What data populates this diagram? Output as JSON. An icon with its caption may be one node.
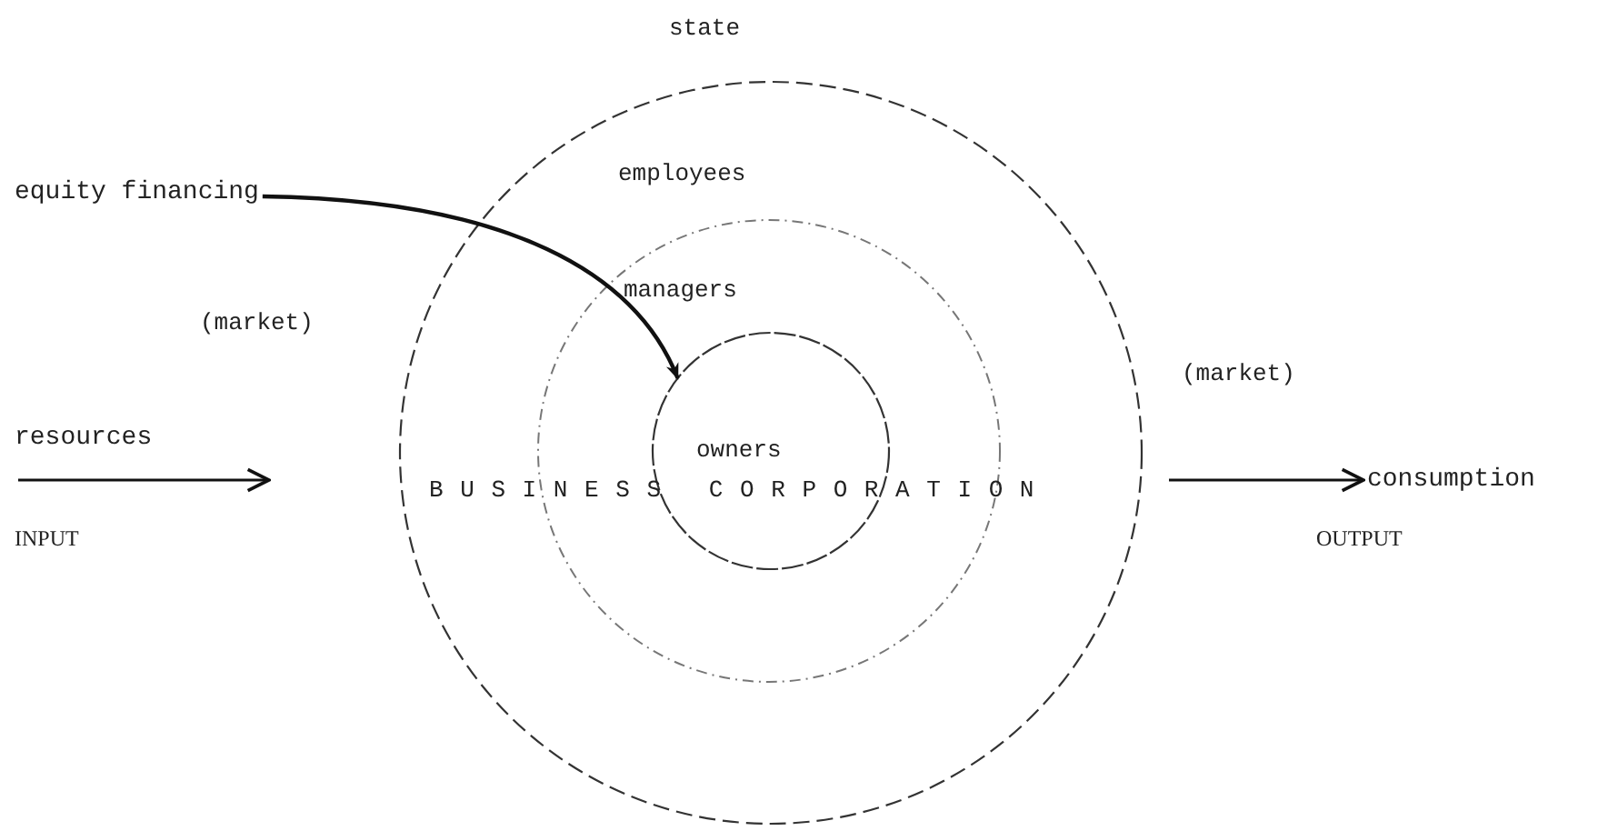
{
  "diagram": {
    "nodes": [
      {
        "text": [
          "employees"
        ]
      },
      {
        "text": [
          "managers"
        ],
        "in": 0
      },
      {
        "text": [
          "owners"
        ],
        "in": 1
      },
      {
        "text": [
          "equity financing"
        ]
      },
      {
        "text": [
          "resources"
        ]
      },
      {
        "text": [
          "consumption"
        ]
      }
    ],
    "edges": [
      {
        "from": 3,
        "to": 2,
        "arrow": "to"
      },
      {
        "from": 4,
        "to": null,
        "arrow": "to"
      },
      {
        "from": null,
        "to": 5,
        "arrow": "to"
      }
    ],
    "labels": [
      "state",
      "(market)",
      "BUSINESS CORPORATION",
      "INPUT",
      "(market)",
      "OUTPUT"
    ]
  }
}
